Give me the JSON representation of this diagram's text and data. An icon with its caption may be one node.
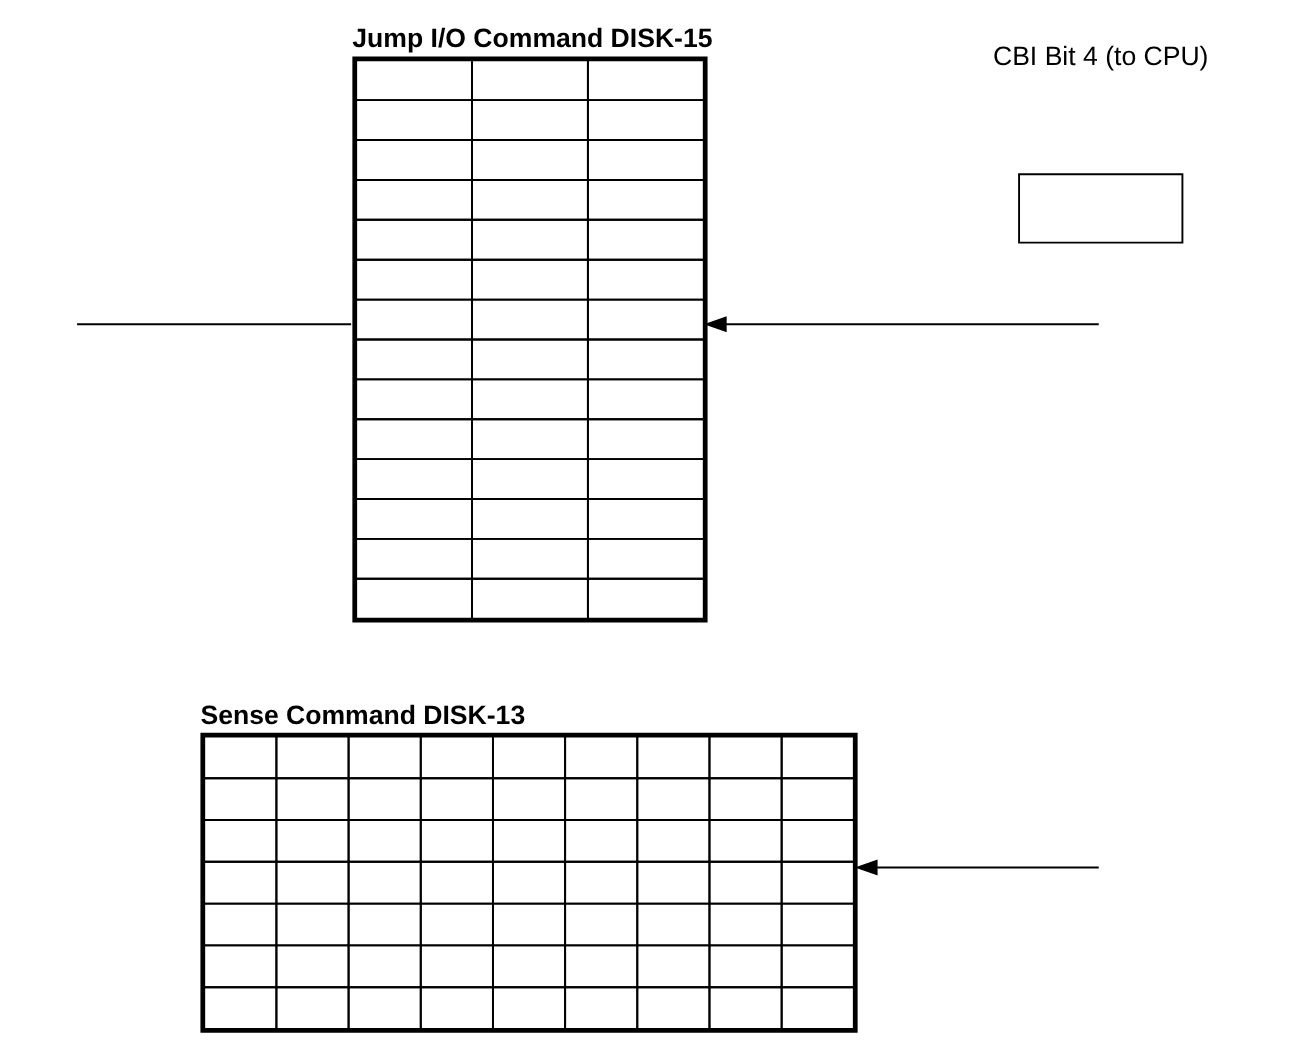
{
  "diagram": {
    "nodes": [
      {
        "text": [
          "Sense Command DISK-13"
        ]
      },
      {
        "text": [
          "Jump I/O Command DISK-15"
        ]
      },
      {
        "text": [],
        "shape": "box"
      }
    ],
    "edges": [
      {
        "from": null,
        "to": 0,
        "arrow": "to"
      },
      {
        "from": null,
        "to": 1,
        "arrow": "to"
      },
      {
        "from": 1,
        "to": null,
        "arrow": "none"
      }
    ],
    "labels": [
      "CBI Bit 4 (to CPU)"
    ]
  }
}
